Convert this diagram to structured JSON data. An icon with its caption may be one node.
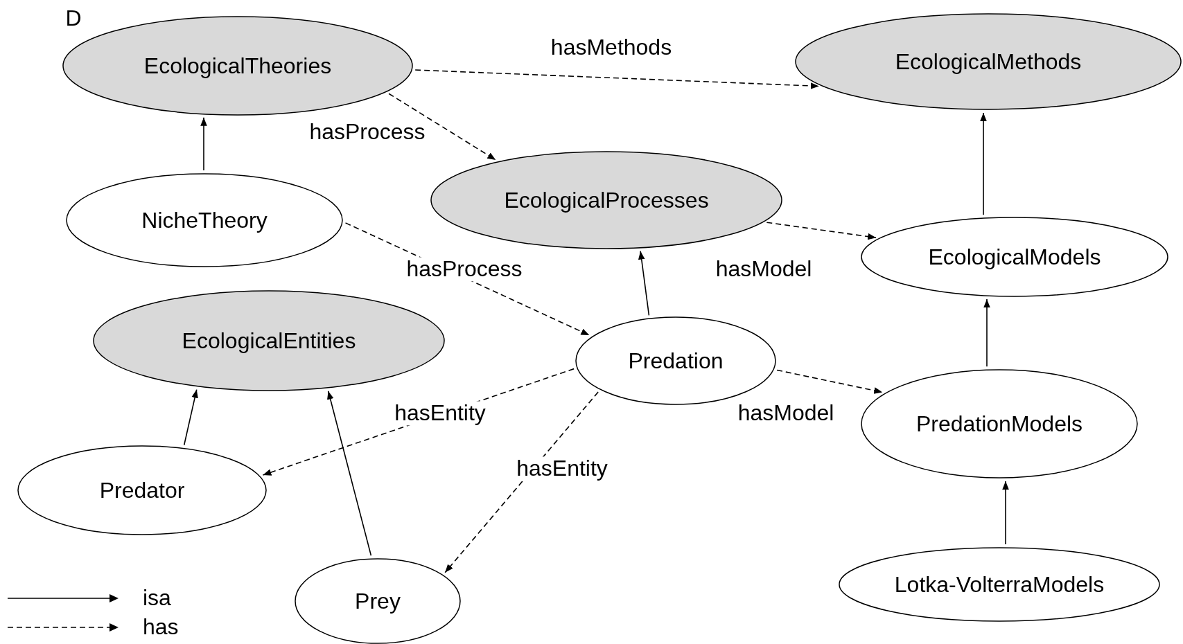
{
  "diagram": {
    "nodes": [
      {
        "text": [
          "EcologicalTheories"
        ]
      },
      {
        "text": [
          "EcologicalMethods"
        ]
      },
      {
        "text": [
          "EcologicalProcesses"
        ]
      },
      {
        "text": [
          "NicheTheory"
        ]
      },
      {
        "text": [
          "EcologicalModels"
        ]
      },
      {
        "text": [
          "EcologicalEntities"
        ]
      },
      {
        "text": [
          "Predation"
        ]
      },
      {
        "text": [
          "PredationModels"
        ]
      },
      {
        "text": [
          "Predator"
        ]
      },
      {
        "text": [
          "Lotka-VolterraModels"
        ]
      },
      {
        "text": [
          "Prey"
        ]
      }
    ],
    "edges": [
      {
        "from": 3,
        "to": 0,
        "arrow": "to"
      },
      {
        "from": 0,
        "to": 1,
        "arrow": "to",
        "label": "hasMethods",
        "style": "dashed"
      },
      {
        "from": 0,
        "to": 2,
        "arrow": "to",
        "label": "hasProcess",
        "style": "dashed"
      },
      {
        "from": 3,
        "to": 6,
        "arrow": "to",
        "label": "hasProcess",
        "style": "dashed"
      },
      {
        "from": 2,
        "to": 4,
        "arrow": "to",
        "label": "hasModel",
        "style": "dashed"
      },
      {
        "from": 6,
        "to": 2,
        "arrow": "to"
      },
      {
        "from": 4,
        "to": 1,
        "arrow": "to"
      },
      {
        "from": 7,
        "to": 4,
        "arrow": "to"
      },
      {
        "from": 6,
        "to": 7,
        "arrow": "to",
        "label": "hasModel",
        "style": "dashed"
      },
      {
        "from": 6,
        "to": 8,
        "arrow": "to",
        "label": "hasEntity",
        "style": "dashed"
      },
      {
        "from": 6,
        "to": 10,
        "arrow": "to",
        "label": "hasEntity",
        "style": "dashed"
      },
      {
        "from": 8,
        "to": 5,
        "arrow": "to"
      },
      {
        "from": 10,
        "to": 5,
        "arrow": "to"
      },
      {
        "from": 9,
        "to": 7,
        "arrow": "to"
      }
    ],
    "labels": [
      "D"
    ],
    "legend": [
      {
        "text": "isa"
      },
      {
        "text": "has"
      }
    ]
  }
}
